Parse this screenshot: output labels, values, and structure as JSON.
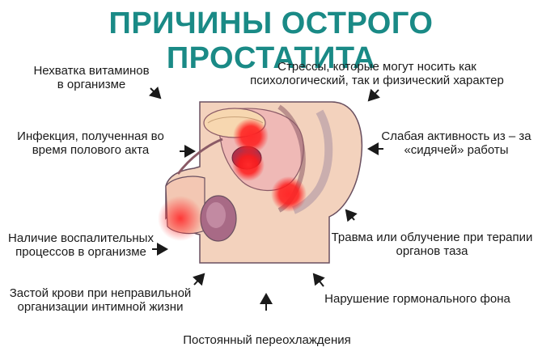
{
  "title": "ПРИЧИНЫ ОСТРОГО ПРОСТАТИТА",
  "causes": {
    "vitamins": [
      "Нехватка витаминов",
      "в организме"
    ],
    "stress": [
      "Стрессы, которые могут носить как",
      "психологический, так и физический характер"
    ],
    "infection": [
      "Инфекция, полученная во",
      "время полового акта"
    ],
    "activity": [
      "Слабая активность из – за",
      "«сидячей» работы"
    ],
    "inflammation": [
      "Наличие воспалительных",
      "процессов в организме"
    ],
    "trauma": [
      "Травма или облучение при терапии",
      "органов таза"
    ],
    "congestion": [
      "Застой крови при неправильной",
      "организации интимной жизни"
    ],
    "hormones": [
      "Нарушение гормонального фона"
    ],
    "cooling": [
      "Постоянный переохлаждения"
    ]
  },
  "colors": {
    "title": "#1a8a86",
    "skin": "#f3d2bd",
    "tissue": "#efb9b6",
    "inflammation": "#ff1a1a",
    "arrow": "#1a1a1a"
  },
  "illustration": {
    "icon": "anatomy-cross-section-illustration"
  }
}
